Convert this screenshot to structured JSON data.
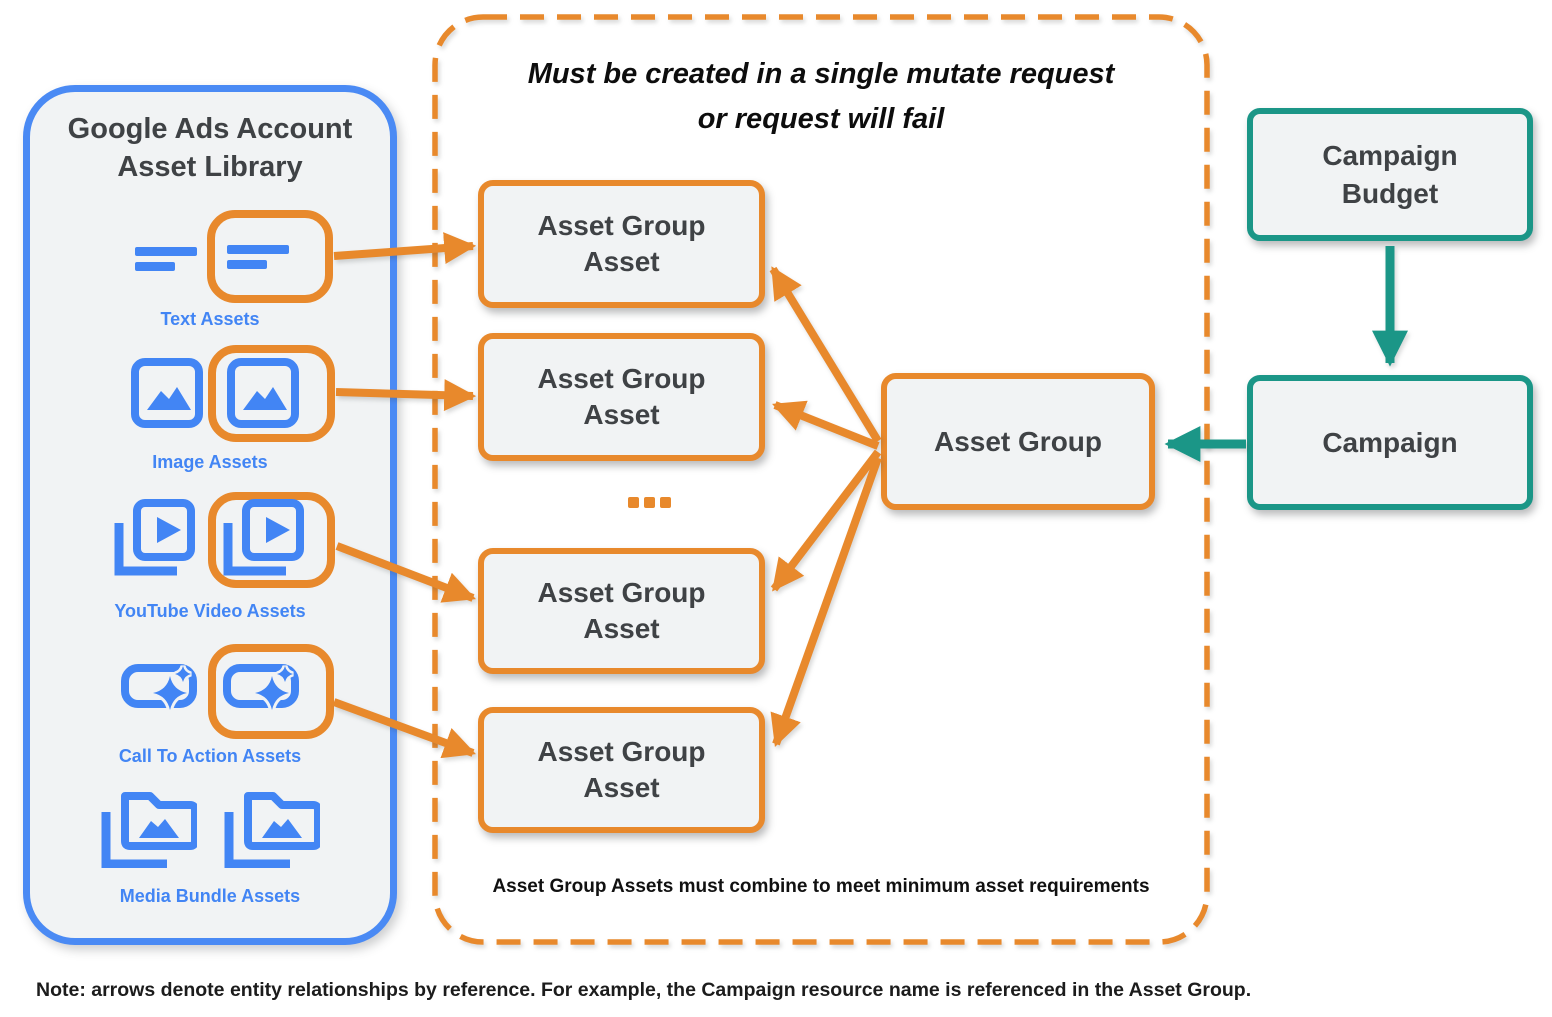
{
  "library": {
    "title": "Google Ads Account\nAsset Library",
    "items": [
      {
        "label": "Text Assets"
      },
      {
        "label": "Image Assets"
      },
      {
        "label": "YouTube Video  Assets"
      },
      {
        "label": "Call To Action Assets"
      },
      {
        "label": "Media Bundle  Assets"
      }
    ]
  },
  "mutate_box": {
    "title": "Must be created in a single mutate request\nor request will fail",
    "asset_group_assets": [
      {
        "label": "Asset Group\nAsset"
      },
      {
        "label": "Asset Group\nAsset"
      },
      {
        "label": "Asset Group\nAsset"
      },
      {
        "label": "Asset Group\nAsset"
      }
    ],
    "ellipsis": "...",
    "footer": "Asset Group Assets must combine to meet minimum asset requirements"
  },
  "entities": {
    "asset_group": "Asset Group",
    "campaign_budget": "Campaign\nBudget",
    "campaign": "Campaign"
  },
  "note": "Note: arrows denote entity relationships by reference. For example, the Campaign resource name is referenced in the Asset Group.",
  "colors": {
    "orange": "#E8892C",
    "teal": "#1B9687",
    "blue": "#4285F4",
    "panel_fill": "#F1F3F4",
    "text_dark": "#3F4245"
  }
}
